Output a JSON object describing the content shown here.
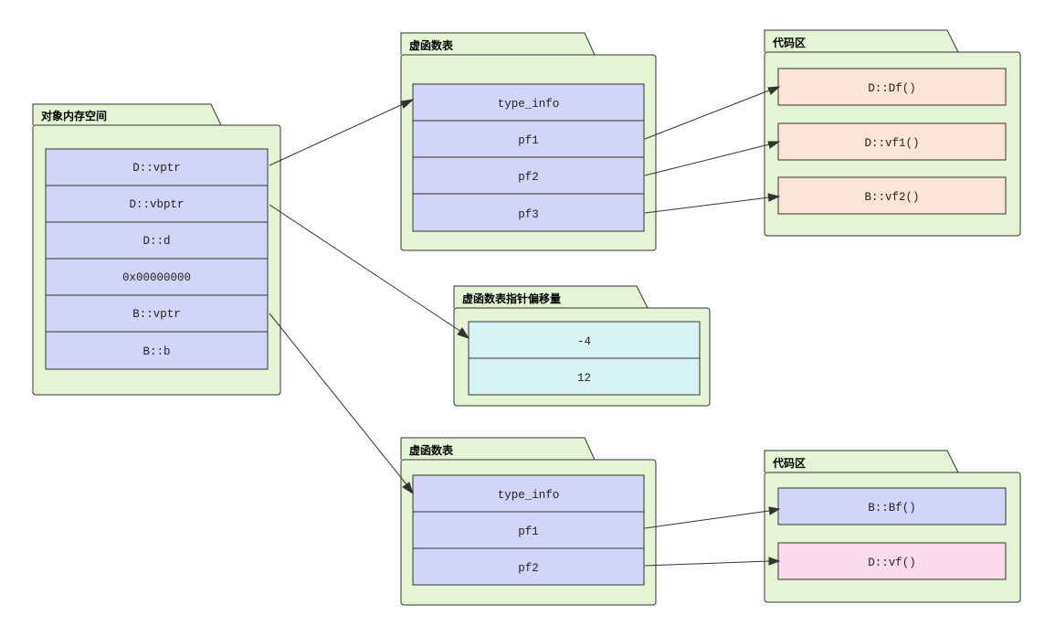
{
  "colors": {
    "package_fill": "#e4f4d4",
    "cell_blue": "#d2d5f7",
    "cell_peach": "#fbe5d6",
    "cell_cyan": "#d7f2f4",
    "cell_pink": "#fadaeb",
    "stroke": "#333333"
  },
  "object_memory": {
    "title": "对象内存空间",
    "cells": [
      "D::vptr",
      "D::vbptr",
      "D::d",
      "0x00000000",
      "B::vptr",
      "B::b"
    ]
  },
  "vtable_d": {
    "title": "虚函数表",
    "cells": [
      "type_info",
      "pf1",
      "pf2",
      "pf3"
    ]
  },
  "code_d": {
    "title": "代码区",
    "cells": [
      "D::Df()",
      "D::vf1()",
      "B::vf2()"
    ]
  },
  "vbtable": {
    "title": "虚函数表指针偏移量",
    "cells": [
      "-4",
      "12"
    ]
  },
  "vtable_b": {
    "title": "虚函数表",
    "cells": [
      "type_info",
      "pf1",
      "pf2"
    ]
  },
  "code_b": {
    "title": "代码区",
    "cells": [
      "B::Bf()",
      "D::vf()"
    ]
  }
}
